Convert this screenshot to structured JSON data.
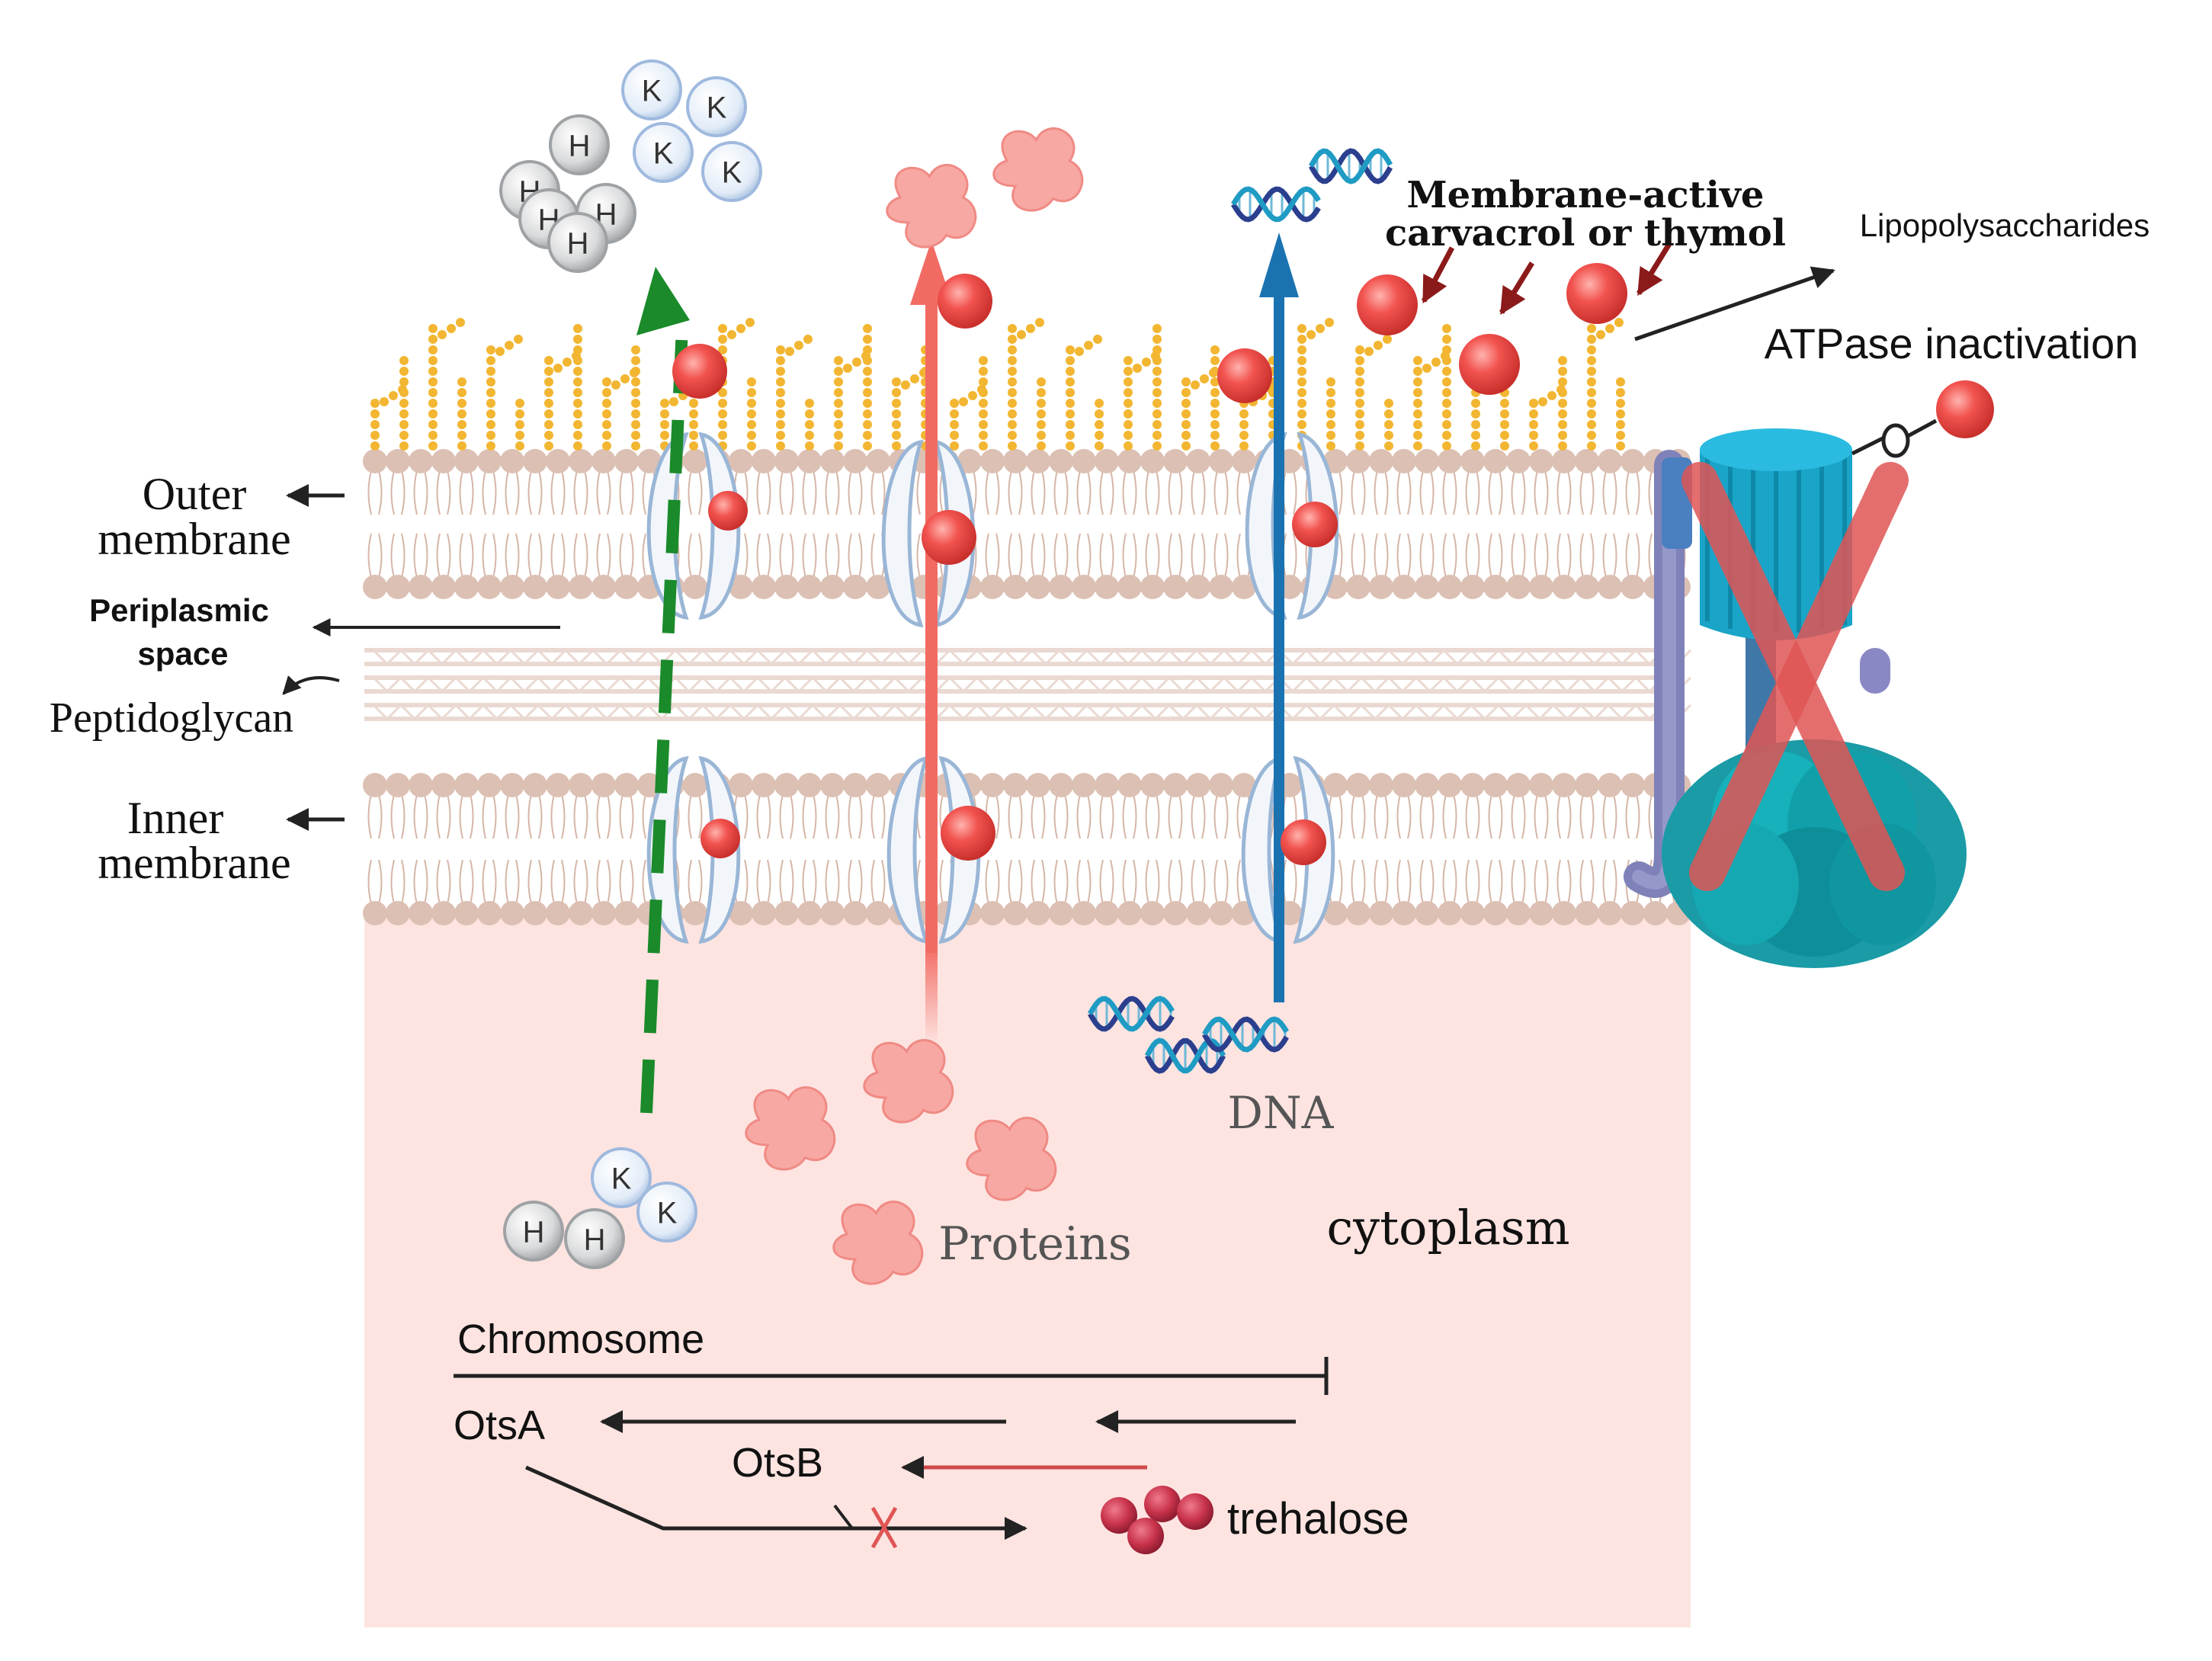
{
  "labels": {
    "outer_membrane_line1": "Outer",
    "outer_membrane_line2": "membrane",
    "periplasmic_line1": "Periplasmic",
    "periplasmic_line2": "space",
    "peptidoglycan": "Peptidoglycan",
    "inner_membrane_line1": "Inner",
    "inner_membrane_line2": "membrane",
    "membrane_active_line1": "Membrane-active",
    "membrane_active_line2": "carvacrol or thymol",
    "lipopolysaccharides": "Lipopolysaccharides",
    "atpase_inactivation": "ATPase inactivation",
    "dna": "DNA",
    "proteins": "Proteins",
    "cytoplasm": "cytoplasm",
    "chromosome": "Chromosome",
    "otsA": "OtsA",
    "otsB": "OtsB",
    "trehalose": "trehalose"
  },
  "ions": {
    "potassium": "K",
    "hydrogen": "H"
  },
  "colors": {
    "membrane_head": "#dcc0b4",
    "lps_yellow": "#f2b632",
    "cytoplasm": "#fde4e1",
    "carvacrol_red": "#f0504f",
    "ion_arrow_green": "#1b8a2a",
    "protein_arrow_red": "#f26b63",
    "dna_arrow_blue": "#1a73b0",
    "atpase_teal": "#1aa5c8",
    "cross_red": "#e05555",
    "trehalose_crimson": "#c8334b"
  }
}
